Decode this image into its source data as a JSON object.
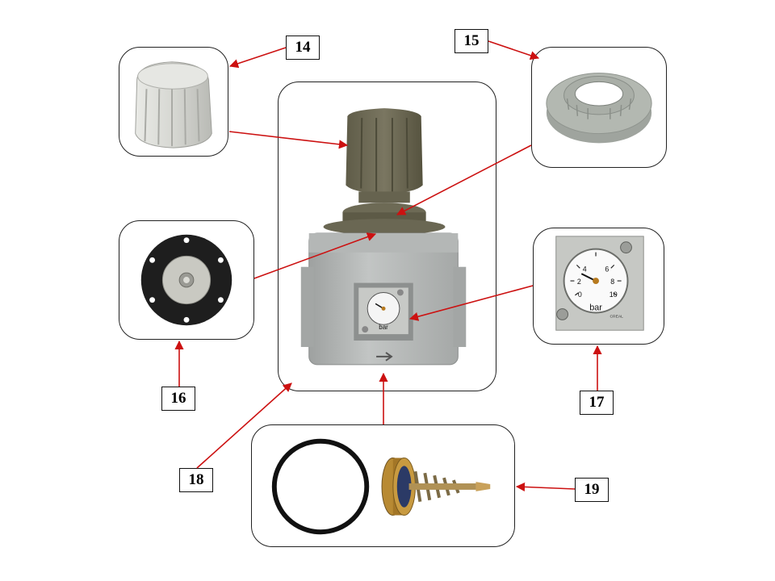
{
  "callouts": {
    "c14": "14",
    "c15": "15",
    "c16": "16",
    "c17": "17",
    "c18": "18",
    "c19": "19"
  },
  "gauge": {
    "unit": "bar",
    "ticks": [
      "0",
      "2",
      "4",
      "6",
      "8",
      "10"
    ],
    "brand": "CREAL"
  },
  "colors": {
    "arrow": "#cc1111",
    "frame_border": "#222222",
    "regulator_body": "#b9bcbc",
    "knob_dark": "#6f6b55",
    "knob_light": "#d7d8d4",
    "ring_grey": "#a7aca6",
    "diaphragm_black": "#1c1c1c",
    "brass": "#b8882e"
  }
}
